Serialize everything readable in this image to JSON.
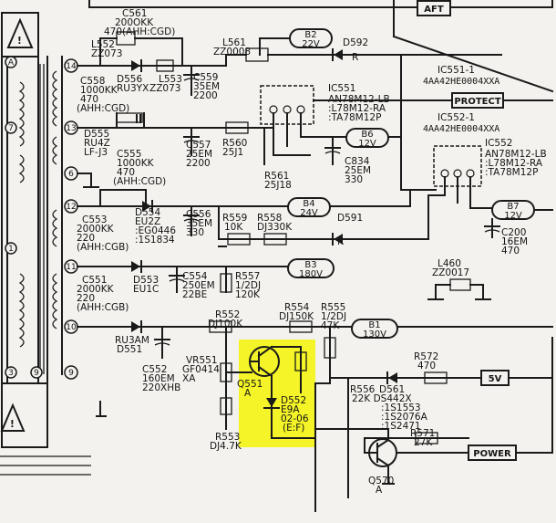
{
  "tags": {
    "aft": "AFT",
    "protect": "PROTECT",
    "power": "POWER",
    "five_v": "5V"
  },
  "rails": {
    "b2": {
      "name": "B2",
      "voltage": "22V"
    },
    "b6": {
      "name": "B6",
      "voltage": "12V"
    },
    "b4": {
      "name": "B4",
      "voltage": "24V"
    },
    "b7": {
      "name": "B7",
      "voltage": "12V"
    },
    "b3": {
      "name": "B3",
      "voltage": "180V"
    },
    "b1": {
      "name": "B1",
      "voltage": "130V"
    }
  },
  "ics": {
    "ic551": {
      "ref": "IC551",
      "part_a": "AN78M12-LB",
      "part_b": ":L78M12-RA",
      "part_c": ":TA78M12P",
      "alt_ref": "IC551-1",
      "alt_part": "4AA42HE0004XXA"
    },
    "ic552": {
      "ref": "IC552",
      "part_a": "AN78M12-LB",
      "part_b": ":L78M12-RA",
      "part_c": ":TA78M12P",
      "alt_ref": "IC552-1",
      "alt_part": "4AA42HE0004XXA"
    }
  },
  "transformer": {
    "pins": [
      "14",
      "13",
      "6",
      "12",
      "11",
      "10",
      "9"
    ],
    "left_pins": [
      "A",
      "7",
      "1",
      "3",
      "9"
    ]
  },
  "components": {
    "c561": [
      "C561",
      "200OKK",
      "470(AHH:CGD)"
    ],
    "l552": [
      "L552",
      "ZZ073"
    ],
    "d556": [
      "D556",
      "RU3YX"
    ],
    "l553": [
      "L553",
      "ZZ073"
    ],
    "c559": [
      "C559",
      "35EM",
      "2200"
    ],
    "l561": [
      "L561",
      "ZZ0008"
    ],
    "d592": [
      "D592",
      "R"
    ],
    "c558": [
      "C558",
      "1000KK",
      "470",
      "(AHH:CGD)"
    ],
    "d555": [
      "D555",
      "RU4Z",
      "LF-J3"
    ],
    "c555": [
      "C555",
      "1000KK",
      "470",
      "(AHH:CGD)"
    ],
    "c557": [
      "C557",
      "25EM",
      "2200"
    ],
    "r560": [
      "R560",
      "25J1"
    ],
    "r561": [
      "R561",
      "25J18"
    ],
    "c834": [
      "C834",
      "25EM",
      "330"
    ],
    "c553": [
      "C553",
      "2000KK",
      "220",
      "(AHH:CGB)"
    ],
    "d554": [
      "D554",
      "EU2Z",
      ":EG0446",
      ":1S1834"
    ],
    "c556": [
      "C556",
      "35EM",
      "330"
    ],
    "r559": [
      "R559",
      "10K"
    ],
    "r558": [
      "R558",
      "DJ330K"
    ],
    "d591": [
      "D591",
      "R"
    ],
    "c200": [
      "C200",
      "16EM",
      "470"
    ],
    "l460": [
      "L460",
      "ZZ0017"
    ],
    "c551": [
      "C551",
      "2000KK",
      "220",
      "(AHH:CGB)"
    ],
    "d553": [
      "D553",
      "EU1C"
    ],
    "c554": [
      "C554",
      "250EM",
      "22BE"
    ],
    "r557": [
      "R557",
      "1/2DJ",
      "120K"
    ],
    "r552": [
      "R552",
      "DJ100K"
    ],
    "r554": [
      "R554",
      "DJ150K"
    ],
    "r555": [
      "R555",
      "1/2DJ",
      "47K"
    ],
    "d551": [
      "RU3AM",
      "D551"
    ],
    "c552": [
      "C552",
      "160EM",
      "220XHB"
    ],
    "vr551": [
      "VR551",
      "GF0414",
      "XA"
    ],
    "q551": [
      "Q551",
      "A"
    ],
    "d552": [
      "D552",
      "E9A",
      "02-06",
      "(E:F)"
    ],
    "r553": [
      "R553",
      "DJ4.7K"
    ],
    "r556": [
      "R556"
    ],
    "d561": [
      "D561",
      "22K DS442X",
      ":1S1553",
      ":1S2076A",
      ":1S2471"
    ],
    "r572": [
      "R572",
      "470"
    ],
    "r571": [
      "R571",
      "27K"
    ],
    "q570": [
      "Q570",
      "A"
    ]
  },
  "colors": {
    "highlight": "#f4f428",
    "paper": "#f3f2ee",
    "ink": "#1a1a1a"
  }
}
